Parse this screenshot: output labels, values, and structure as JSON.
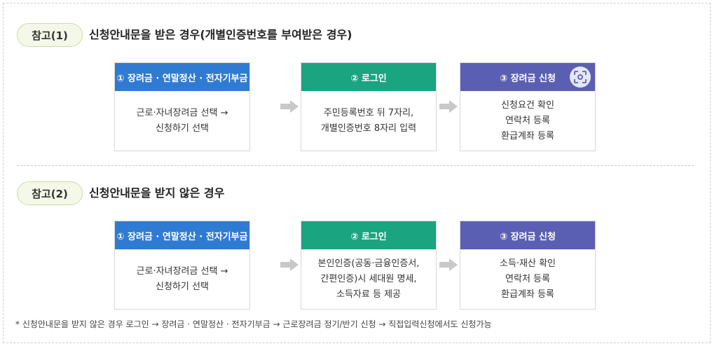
{
  "sections": [
    {
      "badge": "참고(1)",
      "title": "신청안내문을 받은 경우(개별인증번호를 부여받은 경우)",
      "steps": [
        {
          "head": "① 장려금 · 연말정산 · 전자기부금",
          "lines": [
            "근로·자녀장려금 선택 →",
            "신청하기 선택"
          ]
        },
        {
          "head": "② 로그인",
          "lines": [
            "주민등록번호 뒤 7자리,",
            "개별인증번호 8자리 입력"
          ]
        },
        {
          "head": "③ 장려금 신청",
          "lines": [
            "신청요건 확인",
            "연락처 등록",
            "환급계좌 등록"
          ]
        }
      ]
    },
    {
      "badge": "참고(2)",
      "title": "신청안내문을 받지 않은 경우",
      "steps": [
        {
          "head": "① 장려금 · 연말정산 · 전자기부금",
          "lines": [
            "근로·자녀장려금 선택 →",
            "신청하기 선택"
          ]
        },
        {
          "head": "② 로그인",
          "lines": [
            "본인인증(공동·금융인증서,",
            "간편인증)시 세대원 명세,",
            "소득자료 등 제공"
          ]
        },
        {
          "head": "③ 장려금 신청",
          "lines": [
            "소득·재산 확인",
            "연락처 등록",
            "환급계좌 등록"
          ]
        }
      ]
    }
  ],
  "footnote": "* 신청안내문을 받지 않은 경우 로그인 → 장려금 · 연말정산 · 전자기부금 → 근로장려금 정기/반기 신청 → 직접입력신청에서도 신청가능",
  "colors": {
    "blue": "#2f7bd1",
    "green": "#1aa47f",
    "purple": "#5b5fb3",
    "arrow": "#c8c8c8",
    "badge_bg": "#f3f8e8"
  },
  "icons": {
    "arrow": "right-arrow-icon",
    "scan": "scan-focus-icon"
  }
}
